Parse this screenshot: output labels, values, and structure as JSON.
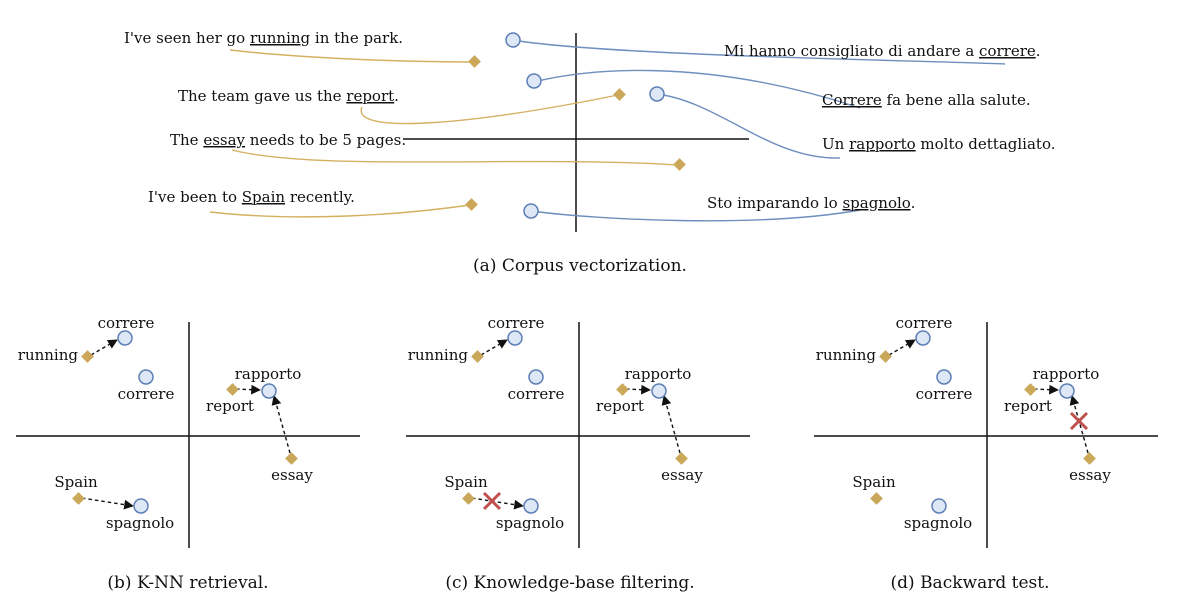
{
  "panel_a": {
    "caption": "(a) Corpus vectorization.",
    "en": [
      {
        "pre": "I've seen her go ",
        "key": "running",
        "post": " in the park."
      },
      {
        "pre": "The team gave us the ",
        "key": "report",
        "post": "."
      },
      {
        "pre": "The ",
        "key": "essay",
        "post": " needs to be 5 pages."
      },
      {
        "pre": "I've been to ",
        "key": "Spain",
        "post": " recently."
      }
    ],
    "it": [
      {
        "pre": "Mi hanno consigliato di andare a ",
        "key": "correre",
        "post": "."
      },
      {
        "pre": "",
        "key": "Correre",
        "post": " fa bene alla salute."
      },
      {
        "pre": "Un ",
        "key": "rapporto",
        "post": " molto dettagliato."
      },
      {
        "pre": "Sto imparando lo ",
        "key": "spagnolo",
        "post": "."
      }
    ]
  },
  "panels": [
    {
      "caption": "(b) K-NN retrieval.",
      "labels": {
        "correre_top": "correre",
        "running": "running",
        "correre_mid": "correre",
        "rapporto": "rapporto",
        "report": "report",
        "essay": "essay",
        "spain": "Spain",
        "spagnolo": "spagnolo"
      }
    },
    {
      "caption": "(c) Knowledge-base filtering.",
      "labels": {
        "correre_top": "correre",
        "running": "running",
        "correre_mid": "correre",
        "rapporto": "rapporto",
        "report": "report",
        "essay": "essay",
        "spain": "Spain",
        "spagnolo": "spagnolo"
      }
    },
    {
      "caption": "(d) Backward test.",
      "labels": {
        "correre_top": "correre",
        "running": "running",
        "correre_mid": "correre",
        "rapporto": "rapporto",
        "report": "report",
        "essay": "essay",
        "spain": "Spain",
        "spagnolo": "spagnolo"
      }
    }
  ],
  "colors": {
    "english_point": "#cba75a",
    "italian_point": "#dde7f6",
    "italian_stroke": "#5c7fb5",
    "reject": "#c0504d"
  }
}
